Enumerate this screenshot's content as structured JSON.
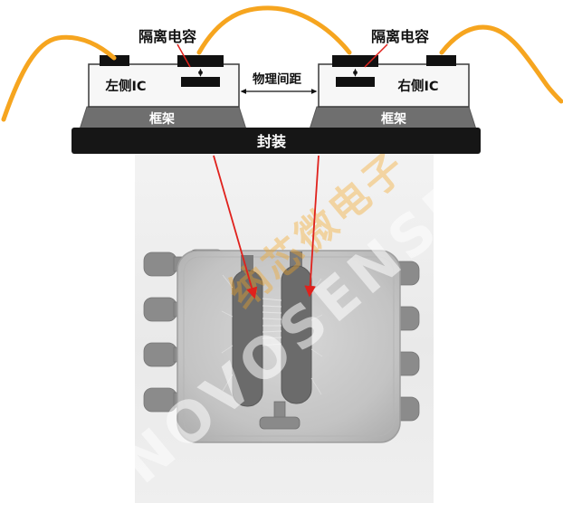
{
  "schematic": {
    "cap_label_left": "隔离电容",
    "cap_label_right": "隔离电容",
    "ic_left": "左侧IC",
    "ic_right": "右侧IC",
    "frame_left": "框架",
    "frame_right": "框架",
    "package": "封装",
    "gap": "物理间距"
  },
  "watermark": {
    "en": "NOVOSENSE",
    "cn": "纳芯微电子"
  },
  "colors": {
    "bond_wire": "#F6A51F",
    "annotation_red": "#E0211C",
    "package_black": "#161616",
    "frame_gray": "#6F6F6F",
    "ic_body": "#F7F7F7",
    "pad_black": "#111111",
    "xray_bg": "#ECECEC",
    "xray_body": "#C3C3C3",
    "xray_lead": "#8B8B8B",
    "xray_paddle": "#6B6B6B",
    "watermark_white": "#FFFFFF",
    "watermark_orange": "#F5A623"
  }
}
